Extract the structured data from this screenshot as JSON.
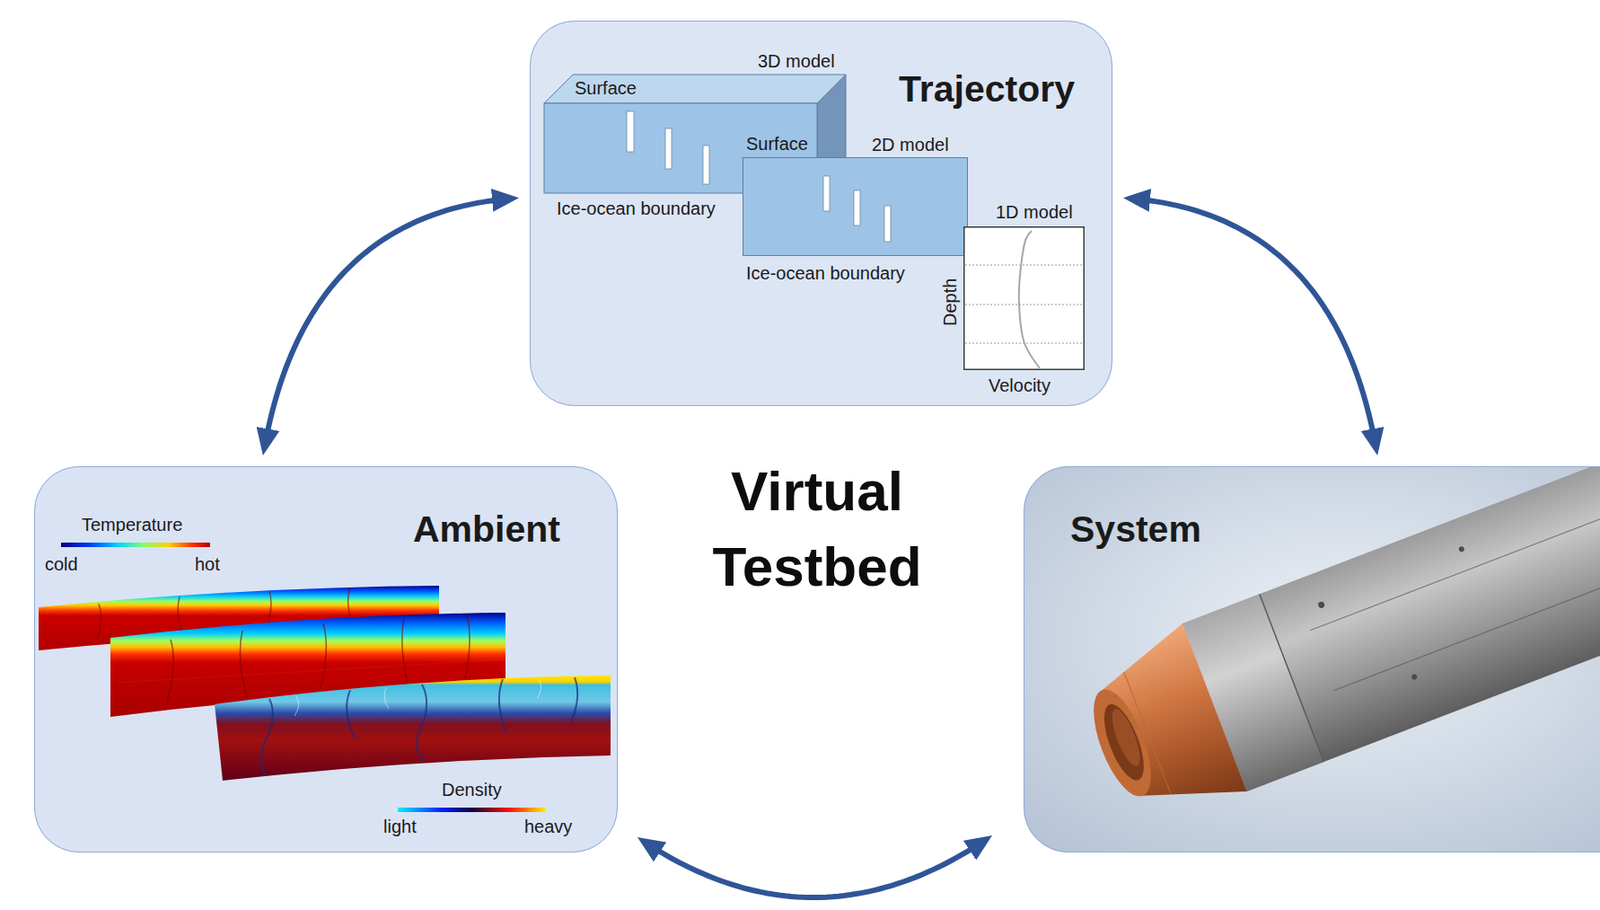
{
  "diagram": {
    "title": "Virtual Testbed",
    "nodes": [
      {
        "text": [
          "Trajectory"
        ]
      },
      {
        "text": [
          "3D model",
          "Surface",
          "Ice-ocean boundary"
        ],
        "in": 0
      },
      {
        "text": [
          "Surface",
          "2D model",
          "Ice-ocean boundary"
        ],
        "in": 0
      },
      {
        "text": [
          "1D model",
          "Depth",
          "Velocity"
        ],
        "in": 0
      },
      {
        "text": [
          "Ambient"
        ]
      },
      {
        "text": [
          "System"
        ]
      }
    ],
    "edges": [
      {
        "from": 0,
        "to": 4,
        "arrow": "both"
      },
      {
        "from": 0,
        "to": 5,
        "arrow": "both"
      },
      {
        "from": 4,
        "to": 5,
        "arrow": "both"
      }
    ],
    "labels": [
      "Temperature",
      "cold",
      "hot",
      "Density",
      "light",
      "heavy"
    ]
  }
}
